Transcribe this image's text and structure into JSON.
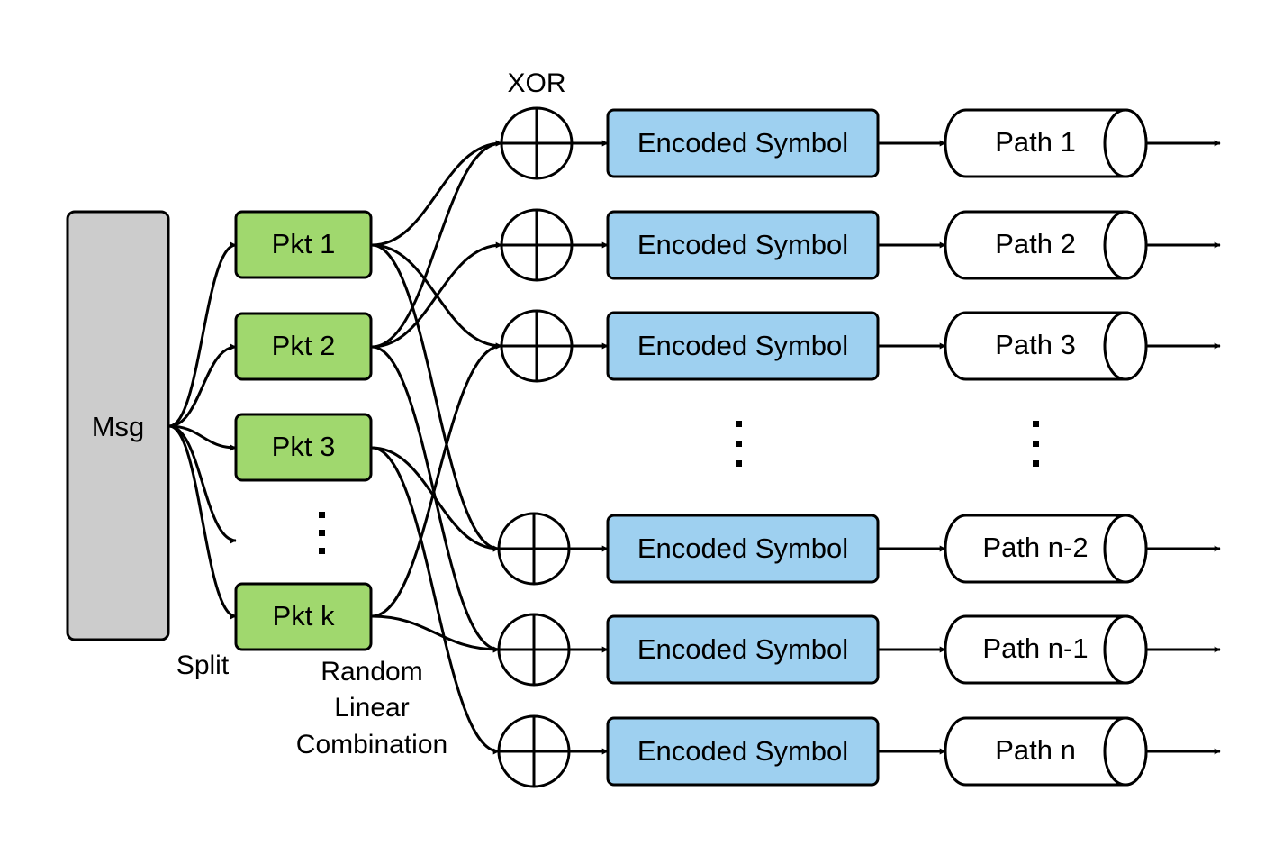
{
  "msg_label": "Msg",
  "split_label": "Split",
  "rlc_label": [
    "Random",
    "Linear",
    "Combination"
  ],
  "xor_label": "XOR",
  "packets": [
    "Pkt 1",
    "Pkt 2",
    "Pkt 3",
    "Pkt k"
  ],
  "symbols": [
    "Encoded Symbol",
    "Encoded Symbol",
    "Encoded Symbol",
    "Encoded Symbol",
    "Encoded Symbol",
    "Encoded Symbol"
  ],
  "paths": [
    "Path 1",
    "Path 2",
    "Path 3",
    "Path n-2",
    "Path n-1",
    "Path n"
  ],
  "colors": {
    "msg_fill": "#cccccc",
    "packet_fill": "#a0d86e",
    "symbol_fill": "#9ed0f0",
    "path_fill": "#ffffff",
    "line": "#000000"
  }
}
